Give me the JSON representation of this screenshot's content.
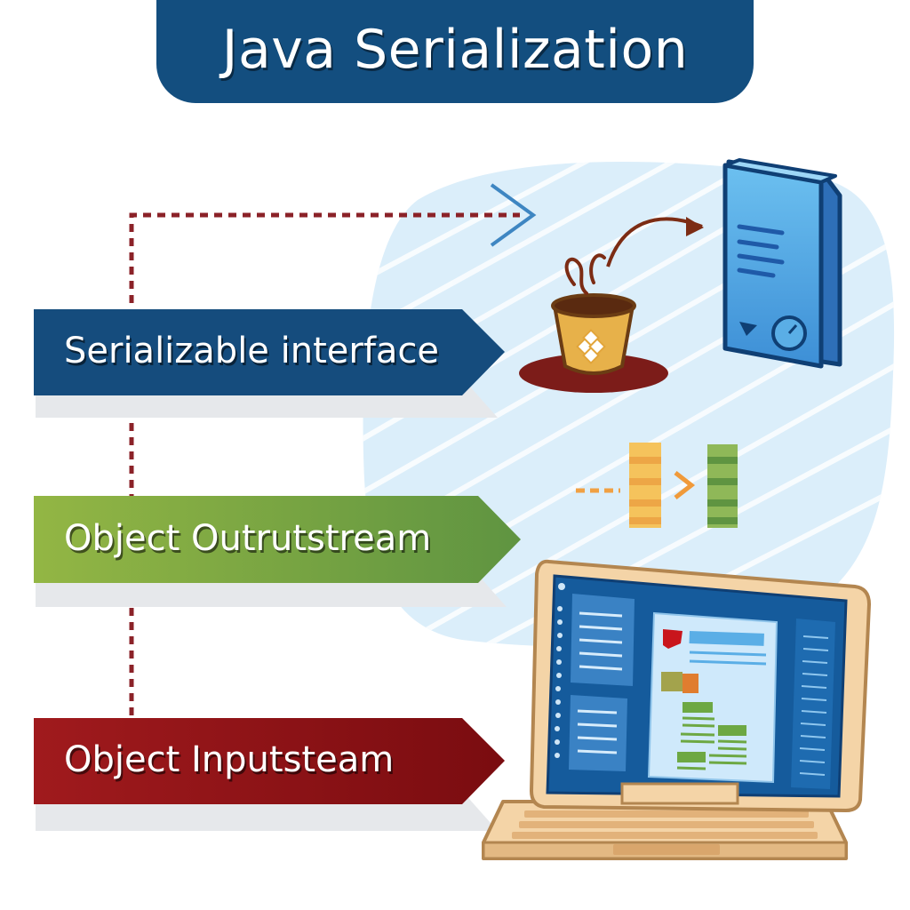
{
  "title": "Java Serialization",
  "steps": [
    {
      "label": "Serializable interface",
      "color": "#154c7d"
    },
    {
      "label": "Object Outrutstream",
      "color": "#7fa53f"
    },
    {
      "label": "Object Inputsteam",
      "color": "#8c1016"
    }
  ],
  "icons": [
    "coffee-cup-icon",
    "file-document-icon",
    "data-blocks-icon",
    "laptop-icon"
  ],
  "colors": {
    "title_bg": "#134e7f",
    "dashed_line": "#8b2228",
    "background_blob": "#d9ecf8"
  }
}
